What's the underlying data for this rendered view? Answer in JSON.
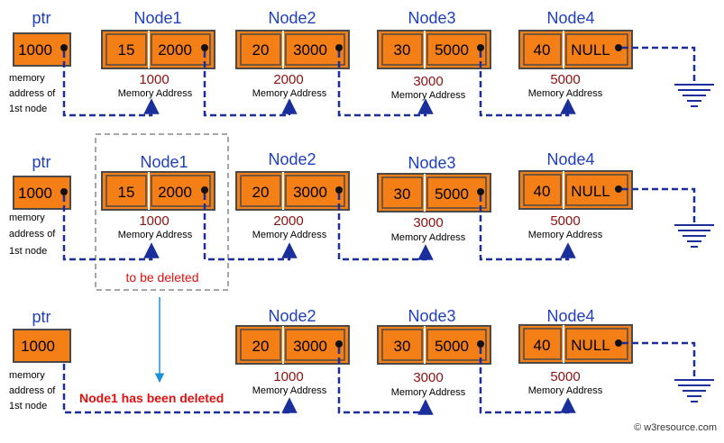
{
  "colors": {
    "box_fill": "#f57f17",
    "box_border": "#4a4a4a",
    "arrow": "#1a2f9b",
    "node_label": "#1f3fbf",
    "address": "#8b1010",
    "deleted_text": "#e01010",
    "down_arrow": "#1e90d8"
  },
  "labels": {
    "ptr": "ptr",
    "memory_address": "Memory Address",
    "ptr_note": [
      "memory",
      "address of",
      "1st node"
    ],
    "to_be_deleted": "to be deleted",
    "node_deleted": "Node1 has been deleted",
    "copyright": "© w3resource.com"
  },
  "rows": [
    {
      "ptr_value": "1000",
      "nodes": [
        {
          "name": "Node1",
          "data": "15",
          "next": "2000",
          "address": "1000"
        },
        {
          "name": "Node2",
          "data": "20",
          "next": "3000",
          "address": "2000"
        },
        {
          "name": "Node3",
          "data": "30",
          "next": "5000",
          "address": "3000"
        },
        {
          "name": "Node4",
          "data": "40",
          "next": "NULL",
          "address": "5000"
        }
      ]
    },
    {
      "ptr_value": "1000",
      "nodes": [
        {
          "name": "Node1",
          "data": "15",
          "next": "2000",
          "address": "1000"
        },
        {
          "name": "Node2",
          "data": "20",
          "next": "3000",
          "address": "2000"
        },
        {
          "name": "Node3",
          "data": "30",
          "next": "5000",
          "address": "3000"
        },
        {
          "name": "Node4",
          "data": "40",
          "next": "NULL",
          "address": "5000"
        }
      ]
    },
    {
      "ptr_value": "1000",
      "nodes": [
        {
          "name": "Node2",
          "data": "20",
          "next": "3000",
          "address": "1000"
        },
        {
          "name": "Node3",
          "data": "30",
          "next": "5000",
          "address": "3000"
        },
        {
          "name": "Node4",
          "data": "40",
          "next": "NULL",
          "address": "5000"
        }
      ]
    }
  ]
}
